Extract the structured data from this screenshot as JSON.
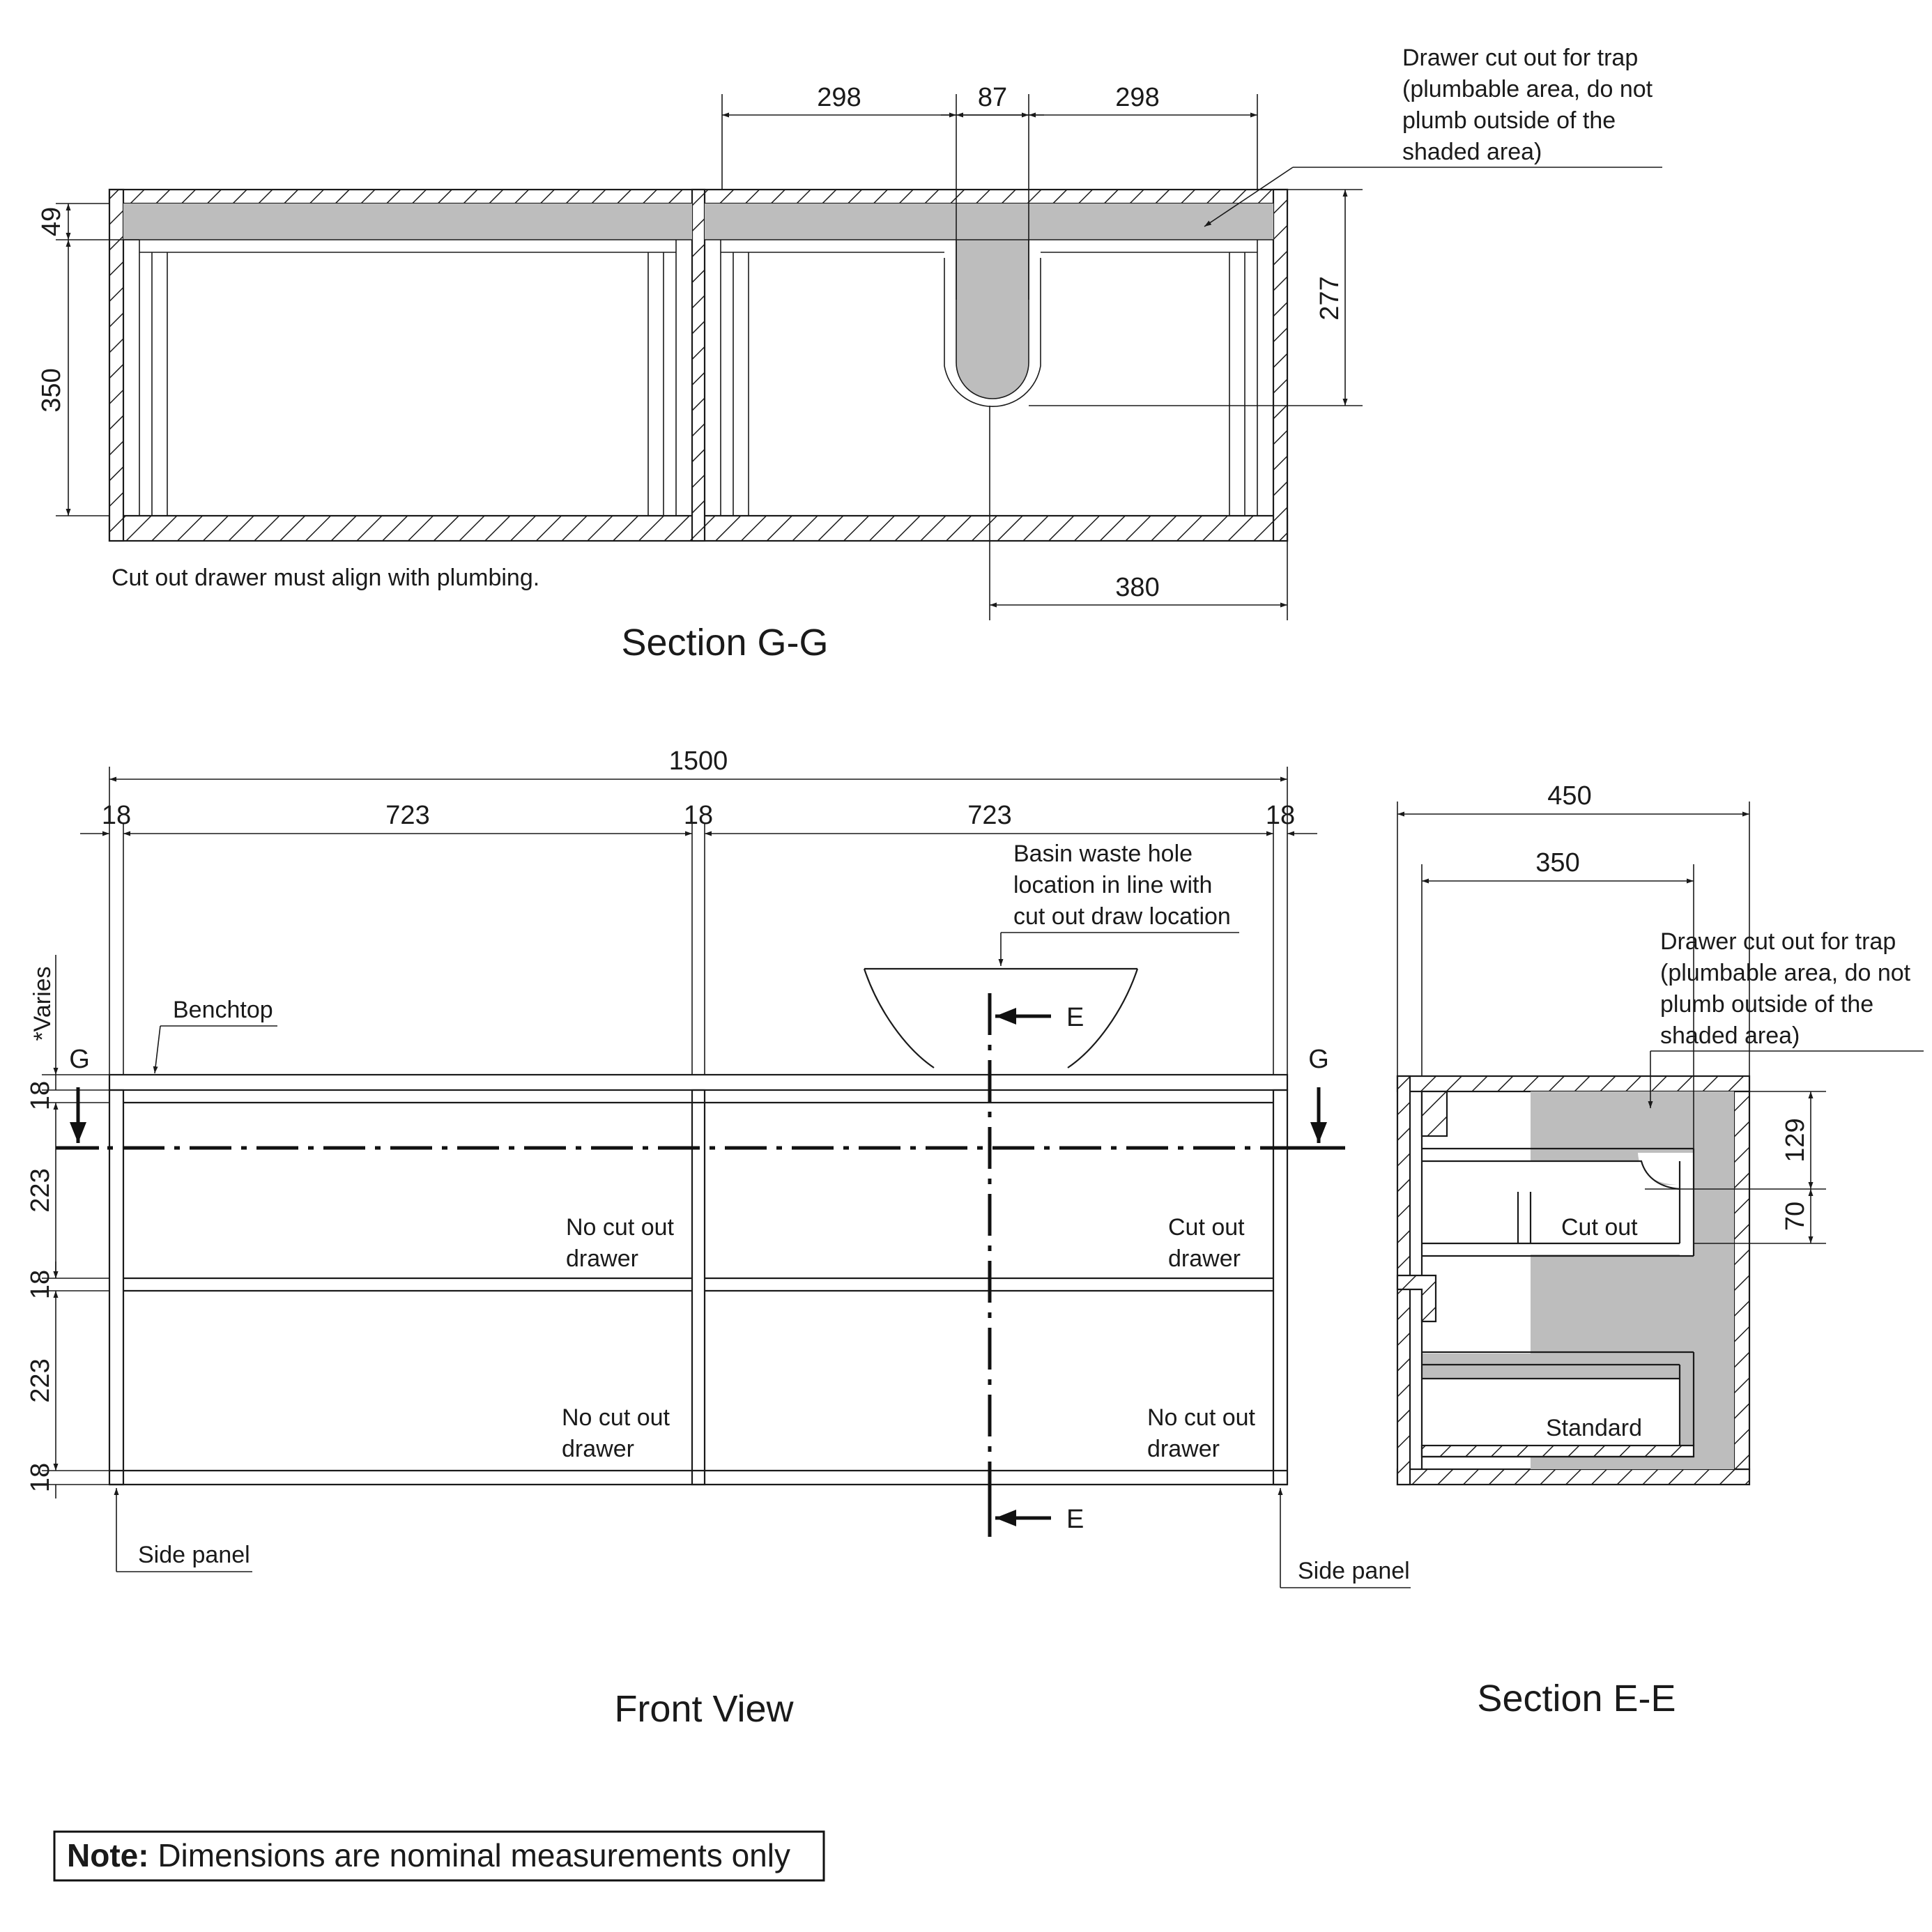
{
  "section_gg": {
    "title": "Section G-G",
    "dims": {
      "top_left": "298",
      "top_mid": "87",
      "top_right": "298",
      "left_top": "49",
      "left_main": "350",
      "right": "277",
      "bottom": "380"
    },
    "callout": [
      "Drawer cut out for trap",
      "(plumbable area, do not",
      "plumb outside of the",
      "shaded area)"
    ],
    "note": "Cut out drawer must align with plumbing."
  },
  "front_view": {
    "title": "Front View",
    "dims": {
      "overall": "1500",
      "side_left": "18",
      "bay_left": "723",
      "mid": "18",
      "bay_right": "723",
      "side_right": "18",
      "varies": "*Varies",
      "v1": "18",
      "v2": "223",
      "v3": "18",
      "v4": "223",
      "v5": "18"
    },
    "labels": {
      "benchtop": "Benchtop",
      "side_panel_left": "Side panel",
      "side_panel_right": "Side panel",
      "basin": [
        "Basin waste hole",
        "location in line with",
        "cut out draw location"
      ],
      "no_cut_upper": [
        "No cut out",
        "drawer"
      ],
      "cut_upper": [
        "Cut out",
        "drawer"
      ],
      "no_cut_lower_left": [
        "No cut out",
        "drawer"
      ],
      "no_cut_lower_right": [
        "No cut out",
        "drawer"
      ]
    },
    "section_marks": {
      "g_left": "G",
      "g_right": "G",
      "e_top": "E",
      "e_bottom": "E"
    }
  },
  "section_ee": {
    "title": "Section E-E",
    "dims": {
      "overall": "450",
      "inner": "350",
      "r1": "129",
      "r2": "70"
    },
    "callout": [
      "Drawer cut out for trap",
      "(plumbable area, do not",
      "plumb outside of the",
      "shaded area)"
    ],
    "labels": {
      "cut_out": "Cut out",
      "standard": "Standard"
    }
  },
  "note_box": {
    "bold": "Note:",
    "text": " Dimensions are nominal measurements only"
  }
}
